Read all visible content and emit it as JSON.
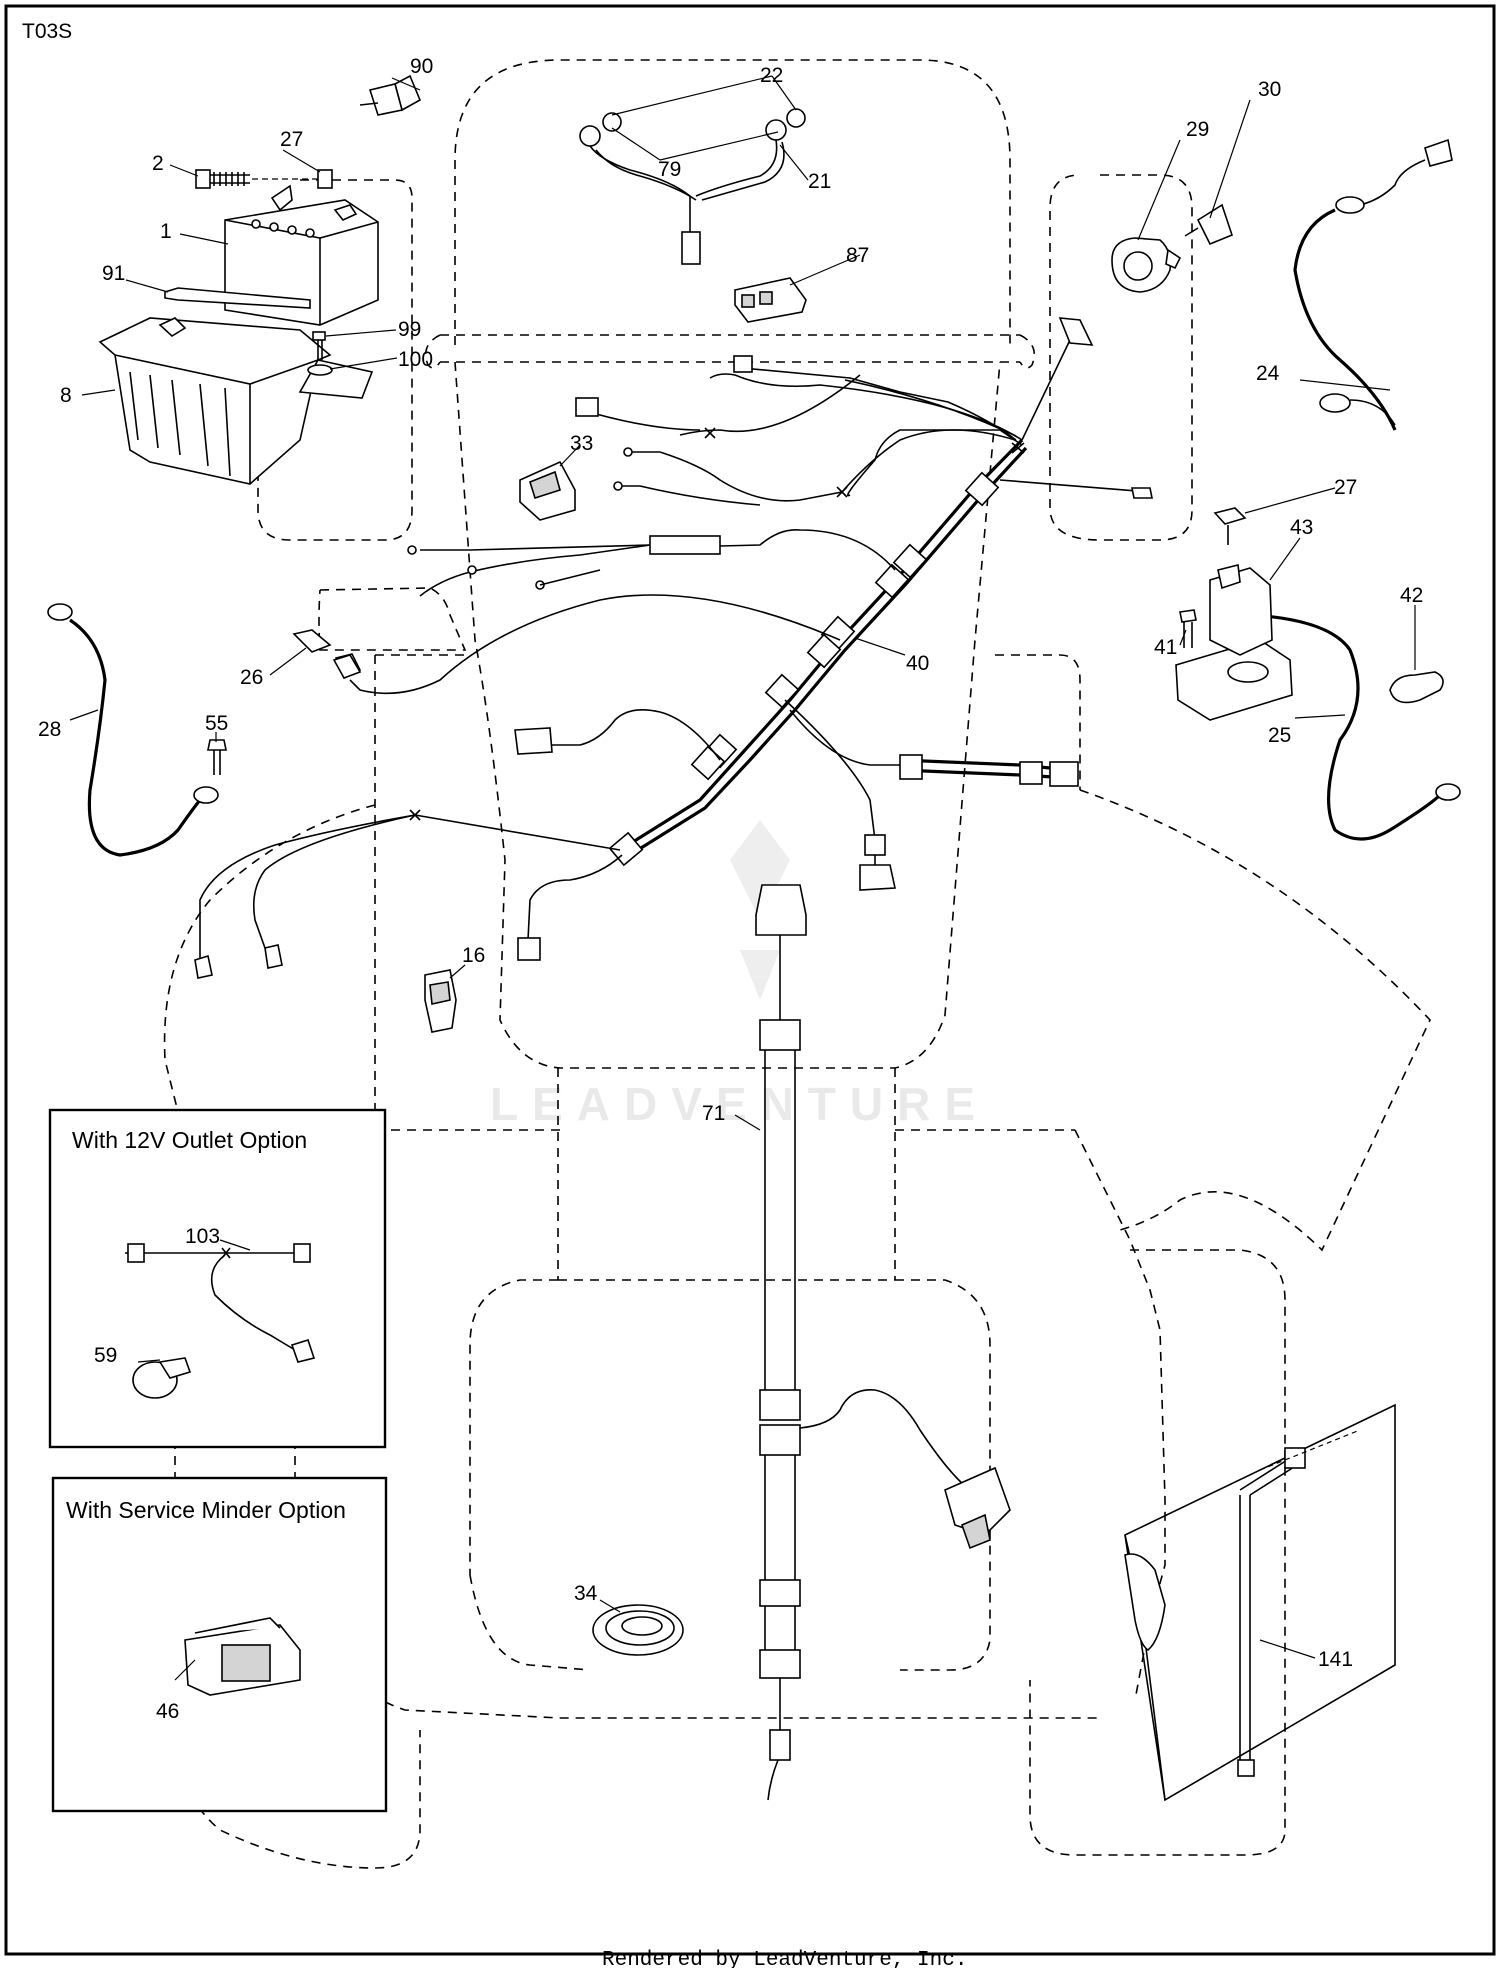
{
  "diagram_code": "T03S",
  "footer": "Rendered by LeadVenture, Inc.",
  "watermark": "LEADVENTURE",
  "insets": {
    "outlet": {
      "title": "With 12V Outlet Option"
    },
    "minder": {
      "title": "With Service Minder Option"
    }
  },
  "parts": [
    {
      "id": "p1",
      "label": "1"
    },
    {
      "id": "p2",
      "label": "2"
    },
    {
      "id": "p8",
      "label": "8"
    },
    {
      "id": "p16",
      "label": "16"
    },
    {
      "id": "p21",
      "label": "21"
    },
    {
      "id": "p22",
      "label": "22"
    },
    {
      "id": "p24",
      "label": "24"
    },
    {
      "id": "p25",
      "label": "25"
    },
    {
      "id": "p26",
      "label": "26"
    },
    {
      "id": "p27a",
      "label": "27"
    },
    {
      "id": "p27b",
      "label": "27"
    },
    {
      "id": "p28",
      "label": "28"
    },
    {
      "id": "p29",
      "label": "29"
    },
    {
      "id": "p30",
      "label": "30"
    },
    {
      "id": "p33",
      "label": "33"
    },
    {
      "id": "p34",
      "label": "34"
    },
    {
      "id": "p40",
      "label": "40"
    },
    {
      "id": "p41",
      "label": "41"
    },
    {
      "id": "p42",
      "label": "42"
    },
    {
      "id": "p43",
      "label": "43"
    },
    {
      "id": "p46",
      "label": "46"
    },
    {
      "id": "p55",
      "label": "55"
    },
    {
      "id": "p59",
      "label": "59"
    },
    {
      "id": "p71",
      "label": "71"
    },
    {
      "id": "p79",
      "label": "79"
    },
    {
      "id": "p87",
      "label": "87"
    },
    {
      "id": "p90",
      "label": "90"
    },
    {
      "id": "p91",
      "label": "91"
    },
    {
      "id": "p99",
      "label": "99"
    },
    {
      "id": "p100",
      "label": "100"
    },
    {
      "id": "p103",
      "label": "103"
    },
    {
      "id": "p141",
      "label": "141"
    }
  ]
}
